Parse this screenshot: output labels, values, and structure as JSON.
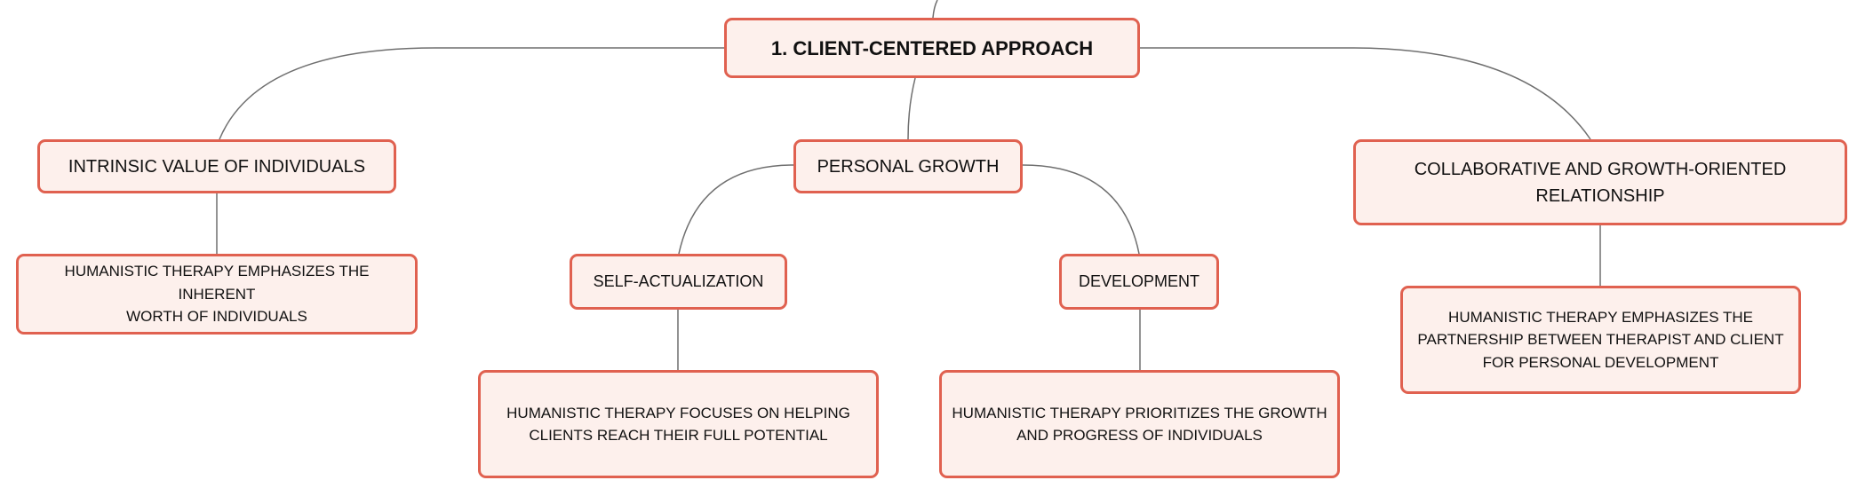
{
  "root": {
    "label": "1. CLIENT-CENTERED APPROACH"
  },
  "branches": [
    {
      "label": "INTRINSIC VALUE OF INDIVIDUALS",
      "leaf": [
        "HUMANISTIC THERAPY EMPHASIZES THE INHERENT",
        "WORTH OF INDIVIDUALS"
      ]
    },
    {
      "label": "PERSONAL GROWTH",
      "children": [
        {
          "label": "SELF-ACTUALIZATION",
          "leaf": [
            "HUMANISTIC THERAPY FOCUSES ON HELPING",
            "CLIENTS REACH THEIR FULL POTENTIAL"
          ]
        },
        {
          "label": "DEVELOPMENT",
          "leaf": [
            "HUMANISTIC THERAPY PRIORITIZES THE GROWTH",
            "AND PROGRESS OF INDIVIDUALS"
          ]
        }
      ]
    },
    {
      "label": "COLLABORATIVE AND GROWTH-ORIENTED RELATIONSHIP",
      "leaf": [
        "HUMANISTIC THERAPY EMPHASIZES THE",
        "PARTNERSHIP BETWEEN THERAPIST AND CLIENT",
        "FOR PERSONAL DEVELOPMENT"
      ]
    }
  ]
}
